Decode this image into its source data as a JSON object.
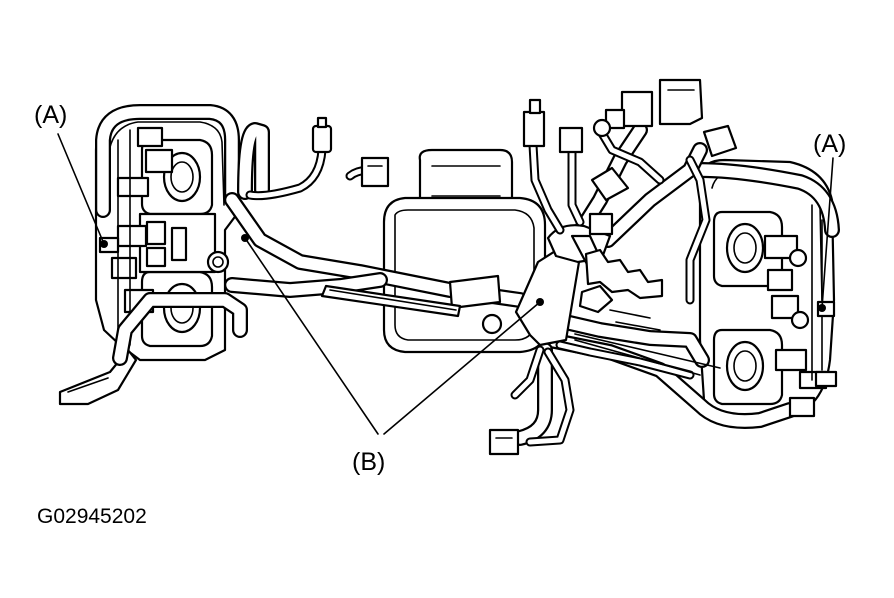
{
  "labels": {
    "a_left": "(A)",
    "a_right": "(A)",
    "b": "(B)"
  },
  "figure_id": "G02945202"
}
